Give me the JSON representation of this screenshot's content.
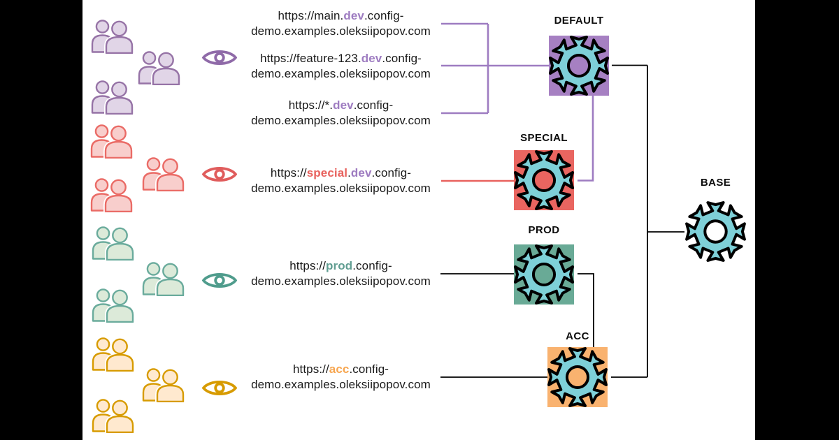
{
  "connectors": {
    "black": "#000000",
    "purple": "#9e7cc1",
    "red": "#e8625e"
  },
  "environments": [
    {
      "id": "default",
      "label": "DEFAULT",
      "box_color": "#a680c2",
      "gear_color": "#7ed0d8",
      "hub_color": "#a680c2",
      "outline_color": "#000000"
    },
    {
      "id": "special",
      "label": "SPECIAL",
      "box_color": "#e96560",
      "gear_color": "#7ed0d8",
      "hub_color": "#e96560",
      "outline_color": "#000000"
    },
    {
      "id": "prod",
      "label": "PROD",
      "box_color": "#69aa96",
      "gear_color": "#7ed0d8",
      "hub_color": "#69aa96",
      "outline_color": "#000000"
    },
    {
      "id": "acc",
      "label": "ACC",
      "box_color": "#f9b26f",
      "gear_color": "#7ed0d8",
      "hub_color": "#f9b26f",
      "outline_color": "#000000"
    },
    {
      "id": "base",
      "label": "BASE",
      "box_color": "",
      "gear_color": "#7ed0d8",
      "hub_color": "#ffffff",
      "outline_color": "#000000"
    }
  ],
  "user_groups": [
    {
      "id": "dev",
      "people_fill": "#e1d5e7",
      "people_stroke": "#9673a6",
      "eye_color": "#8f6aa8"
    },
    {
      "id": "special",
      "people_fill": "#f8cecc",
      "people_stroke": "#ea6b66",
      "eye_color": "#e05c5c"
    },
    {
      "id": "prod",
      "people_fill": "#dcead9",
      "people_stroke": "#6aab9c",
      "eye_color": "#4f9c8c"
    },
    {
      "id": "acc",
      "people_fill": "#ffe9cf",
      "people_stroke": "#d79b00",
      "eye_color": "#d79b00"
    }
  ],
  "urls": [
    {
      "id": "main",
      "lines": [
        [
          {
            "text": "https://main.",
            "color": "#1a1a1a"
          },
          {
            "text": "dev",
            "color": "#9e7cc1"
          },
          {
            "text": ".config-",
            "color": "#1a1a1a"
          }
        ],
        [
          {
            "text": "demo.examples.oleksiipopov.com",
            "color": "#1a1a1a"
          }
        ]
      ]
    },
    {
      "id": "feature",
      "lines": [
        [
          {
            "text": "https://feature-123.",
            "color": "#1a1a1a"
          },
          {
            "text": "dev",
            "color": "#9e7cc1"
          },
          {
            "text": ".config-",
            "color": "#1a1a1a"
          }
        ],
        [
          {
            "text": "demo.examples.oleksiipopov.com",
            "color": "#1a1a1a"
          }
        ]
      ]
    },
    {
      "id": "wildcard",
      "lines": [
        [
          {
            "text": "https://*.",
            "color": "#1a1a1a"
          },
          {
            "text": "dev",
            "color": "#9e7cc1"
          },
          {
            "text": ".config-",
            "color": "#1a1a1a"
          }
        ],
        [
          {
            "text": "demo.examples.oleksiipopov.com",
            "color": "#1a1a1a"
          }
        ]
      ]
    },
    {
      "id": "special",
      "lines": [
        [
          {
            "text": "https://",
            "color": "#1a1a1a"
          },
          {
            "text": "special",
            "color": "#e8625e"
          },
          {
            "text": ".",
            "color": "#1a1a1a"
          },
          {
            "text": "dev",
            "color": "#9e7cc1"
          },
          {
            "text": ".config-",
            "color": "#1a1a1a"
          }
        ],
        [
          {
            "text": "demo.examples.oleksiipopov.com",
            "color": "#1a1a1a"
          }
        ]
      ]
    },
    {
      "id": "prod",
      "lines": [
        [
          {
            "text": "https://",
            "color": "#1a1a1a"
          },
          {
            "text": "prod",
            "color": "#619e92"
          },
          {
            "text": ".config-",
            "color": "#1a1a1a"
          }
        ],
        [
          {
            "text": "demo.examples.oleksiipopov.com",
            "color": "#1a1a1a"
          }
        ]
      ]
    },
    {
      "id": "acc",
      "lines": [
        [
          {
            "text": "https://",
            "color": "#1a1a1a"
          },
          {
            "text": "acc",
            "color": "#f7a650"
          },
          {
            "text": ".config-",
            "color": "#1a1a1a"
          }
        ],
        [
          {
            "text": "demo.examples.oleksiipopov.com",
            "color": "#1a1a1a"
          }
        ]
      ]
    }
  ]
}
